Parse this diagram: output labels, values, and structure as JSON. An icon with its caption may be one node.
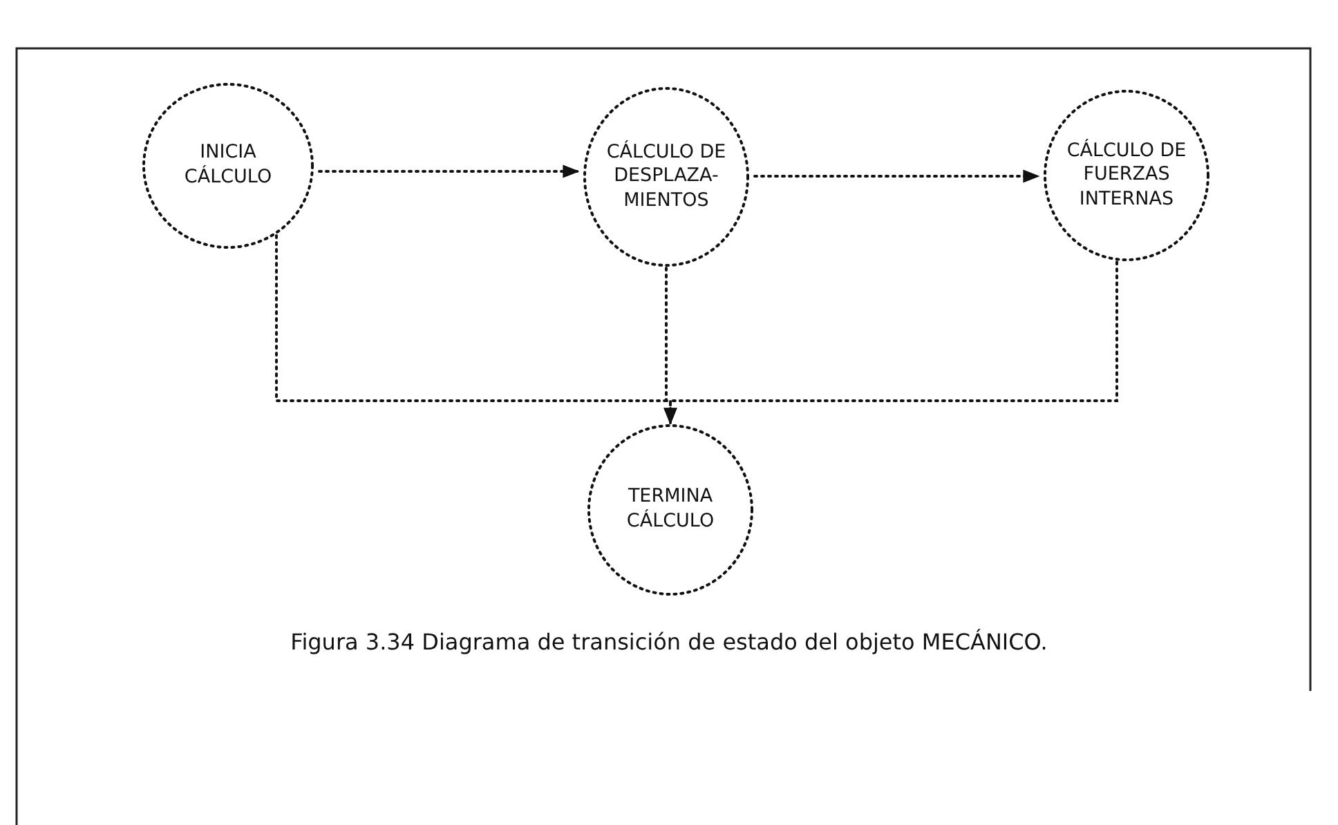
{
  "diagram": {
    "caption": "Figura 3.34 Diagrama de transición de estado del objeto MECÁNICO.",
    "nodes": [
      {
        "text": [
          "INICIA CÁLCULO"
        ]
      },
      {
        "text": [
          "CÁLCULO DE DESPLAZA- MIENTOS"
        ]
      },
      {
        "text": [
          "CÁLCULO DE FUERZAS INTERNAS"
        ]
      },
      {
        "text": [
          "TERMINA CÁLCULO"
        ]
      }
    ],
    "edges": [
      {
        "from": 0,
        "to": 1,
        "arrow": "to"
      },
      {
        "from": 1,
        "to": 2,
        "arrow": "to"
      },
      {
        "from": 0,
        "to": 3,
        "arrow": "to"
      },
      {
        "from": 1,
        "to": 3,
        "arrow": "to"
      },
      {
        "from": 2,
        "to": 3,
        "arrow": "to"
      }
    ]
  }
}
